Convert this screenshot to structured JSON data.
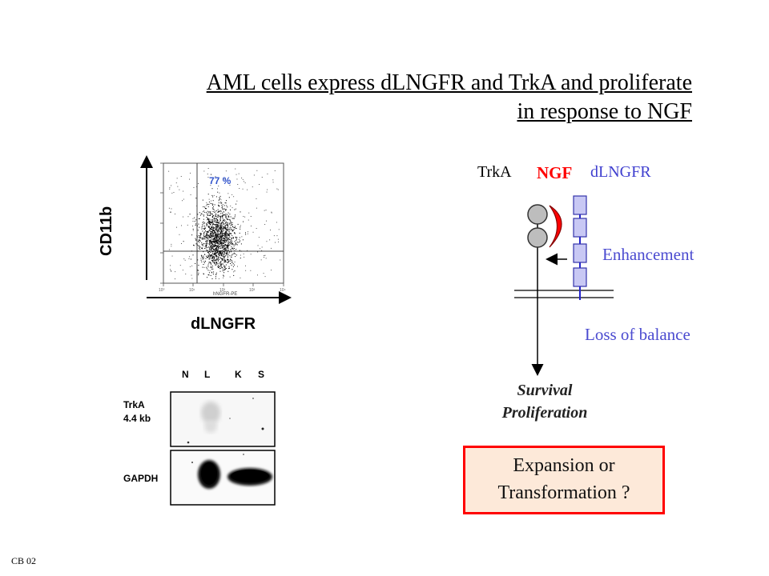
{
  "title": {
    "line1": "AML cells express dLNGFR and TrkA and proliferate",
    "line2": "in response to NGF"
  },
  "flow_cytometry": {
    "y_axis_label": "CD11b",
    "x_axis_label": "dLNGFR",
    "percent_label": "77 %",
    "inner_x_label": "hNGFR-PE"
  },
  "northern_blot": {
    "lanes": [
      "N",
      "L",
      "K",
      "S"
    ],
    "trka_label_line1": "TrkA",
    "trka_label_line2": "4.4 kb",
    "gapdh_label": "GAPDH"
  },
  "pathway_diagram": {
    "trka_label": "TrkA",
    "ngf_label": "NGF",
    "dlngfr_label": "dLNGFR",
    "enhancement_label": "Enhancement",
    "loss_label": "Loss of balance",
    "outcome_line1": "Survival",
    "outcome_line2": "Proliferation",
    "colors": {
      "ngf": "#ff0000",
      "dlngfr_text": "#3f3fcf",
      "receptor_box_fill": "#c8c8f4",
      "receptor_box_stroke": "#3333aa",
      "trka_circle_fill": "#bdbdbd"
    }
  },
  "conclusion_box": {
    "line1": "Expansion or",
    "line2": "Transformation ?",
    "border_color": "#ff0000",
    "fill_color": "#fde9d9"
  },
  "footer": {
    "label": "CB 02"
  }
}
